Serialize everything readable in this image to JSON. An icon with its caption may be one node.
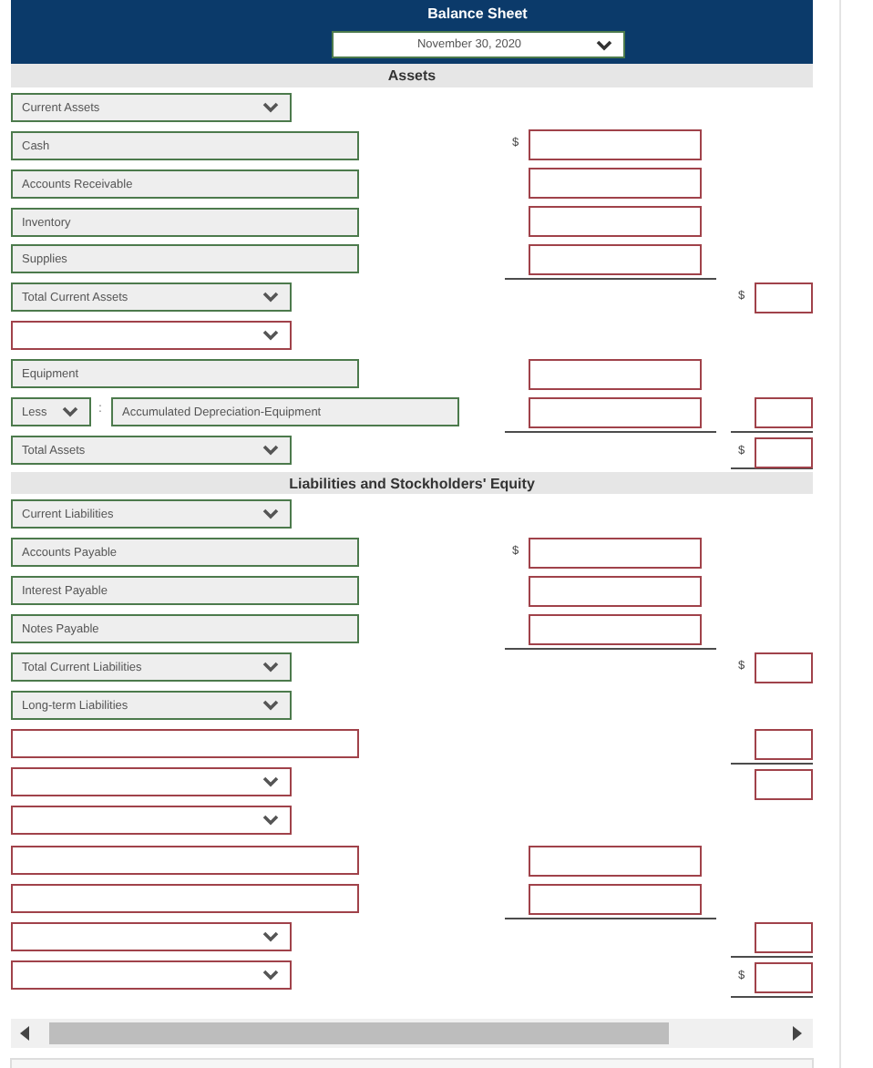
{
  "diagram": {
    "title": "Balance Sheet",
    "nodes": [
      {
        "text": [
          "November 30, 2020"
        ]
      },
      {
        "text": [
          "Assets"
        ]
      },
      {
        "text": [
          "Current Assets"
        ]
      },
      {
        "text": [
          "Cash"
        ]
      },
      {
        "text": [],
        "shape": "box",
        "beside": [
          "$"
        ]
      },
      {
        "text": [
          "Accounts Receivable"
        ]
      },
      {
        "text": [],
        "shape": "box"
      },
      {
        "text": [
          "Inventory"
        ]
      },
      {
        "text": [],
        "shape": "box"
      },
      {
        "text": [
          "Supplies"
        ]
      },
      {
        "text": [],
        "shape": "box"
      },
      {
        "text": [
          "Total Current Assets"
        ]
      },
      {
        "text": [],
        "shape": "box",
        "beside": [
          "$"
        ]
      },
      {
        "text": [],
        "shape": "box"
      },
      {
        "text": [
          "Equipment"
        ]
      },
      {
        "text": [],
        "shape": "box"
      },
      {
        "text": [
          "Less"
        ]
      },
      {
        "text": [
          "Accumulated Depreciation-Equipment"
        ]
      },
      {
        "text": [],
        "shape": "box"
      },
      {
        "text": [],
        "shape": "box"
      },
      {
        "text": [
          "Total Assets"
        ]
      },
      {
        "text": [],
        "shape": "box",
        "beside": [
          "$"
        ]
      },
      {
        "text": [
          "Liabilities and Stockholders' Equity"
        ]
      },
      {
        "text": [
          "Current Liabilities"
        ]
      },
      {
        "text": [
          "Accounts Payable"
        ]
      },
      {
        "text": [],
        "shape": "box",
        "beside": [
          "$"
        ]
      },
      {
        "text": [
          "Interest Payable"
        ]
      },
      {
        "text": [],
        "shape": "box"
      },
      {
        "text": [
          "Notes Payable"
        ]
      },
      {
        "text": [],
        "shape": "box"
      },
      {
        "text": [
          "Total Current Liabilities"
        ]
      },
      {
        "text": [],
        "shape": "box",
        "beside": [
          "$"
        ]
      },
      {
        "text": [
          "Long-term Liabilities"
        ]
      },
      {
        "text": [],
        "shape": "box"
      },
      {
        "text": [],
        "shape": "box"
      },
      {
        "text": [],
        "shape": "box"
      },
      {
        "text": [],
        "shape": "box"
      },
      {
        "text": [],
        "shape": "box"
      },
      {
        "text": [],
        "shape": "box"
      },
      {
        "text": [],
        "shape": "box"
      },
      {
        "text": [],
        "shape": "box"
      },
      {
        "text": [],
        "shape": "box"
      },
      {
        "text": [],
        "shape": "box"
      },
      {
        "text": [],
        "shape": "box"
      },
      {
        "text": [],
        "shape": "box"
      },
      {
        "text": [],
        "shape": "box",
        "beside": [
          "$"
        ]
      }
    ],
    "labels": [
      ":"
    ]
  }
}
